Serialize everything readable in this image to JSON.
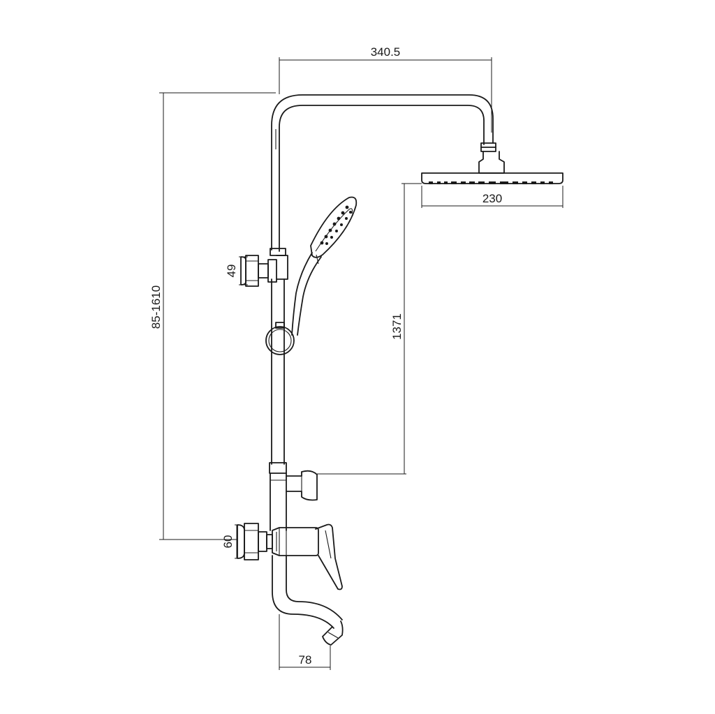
{
  "dimensions": {
    "arm_reach": "340.5",
    "head_diameter": "230",
    "slide_bracket": "49",
    "height_range": "85-1610",
    "head_height": "1371",
    "mixer_bracket": "60",
    "spout_reach": "78"
  }
}
